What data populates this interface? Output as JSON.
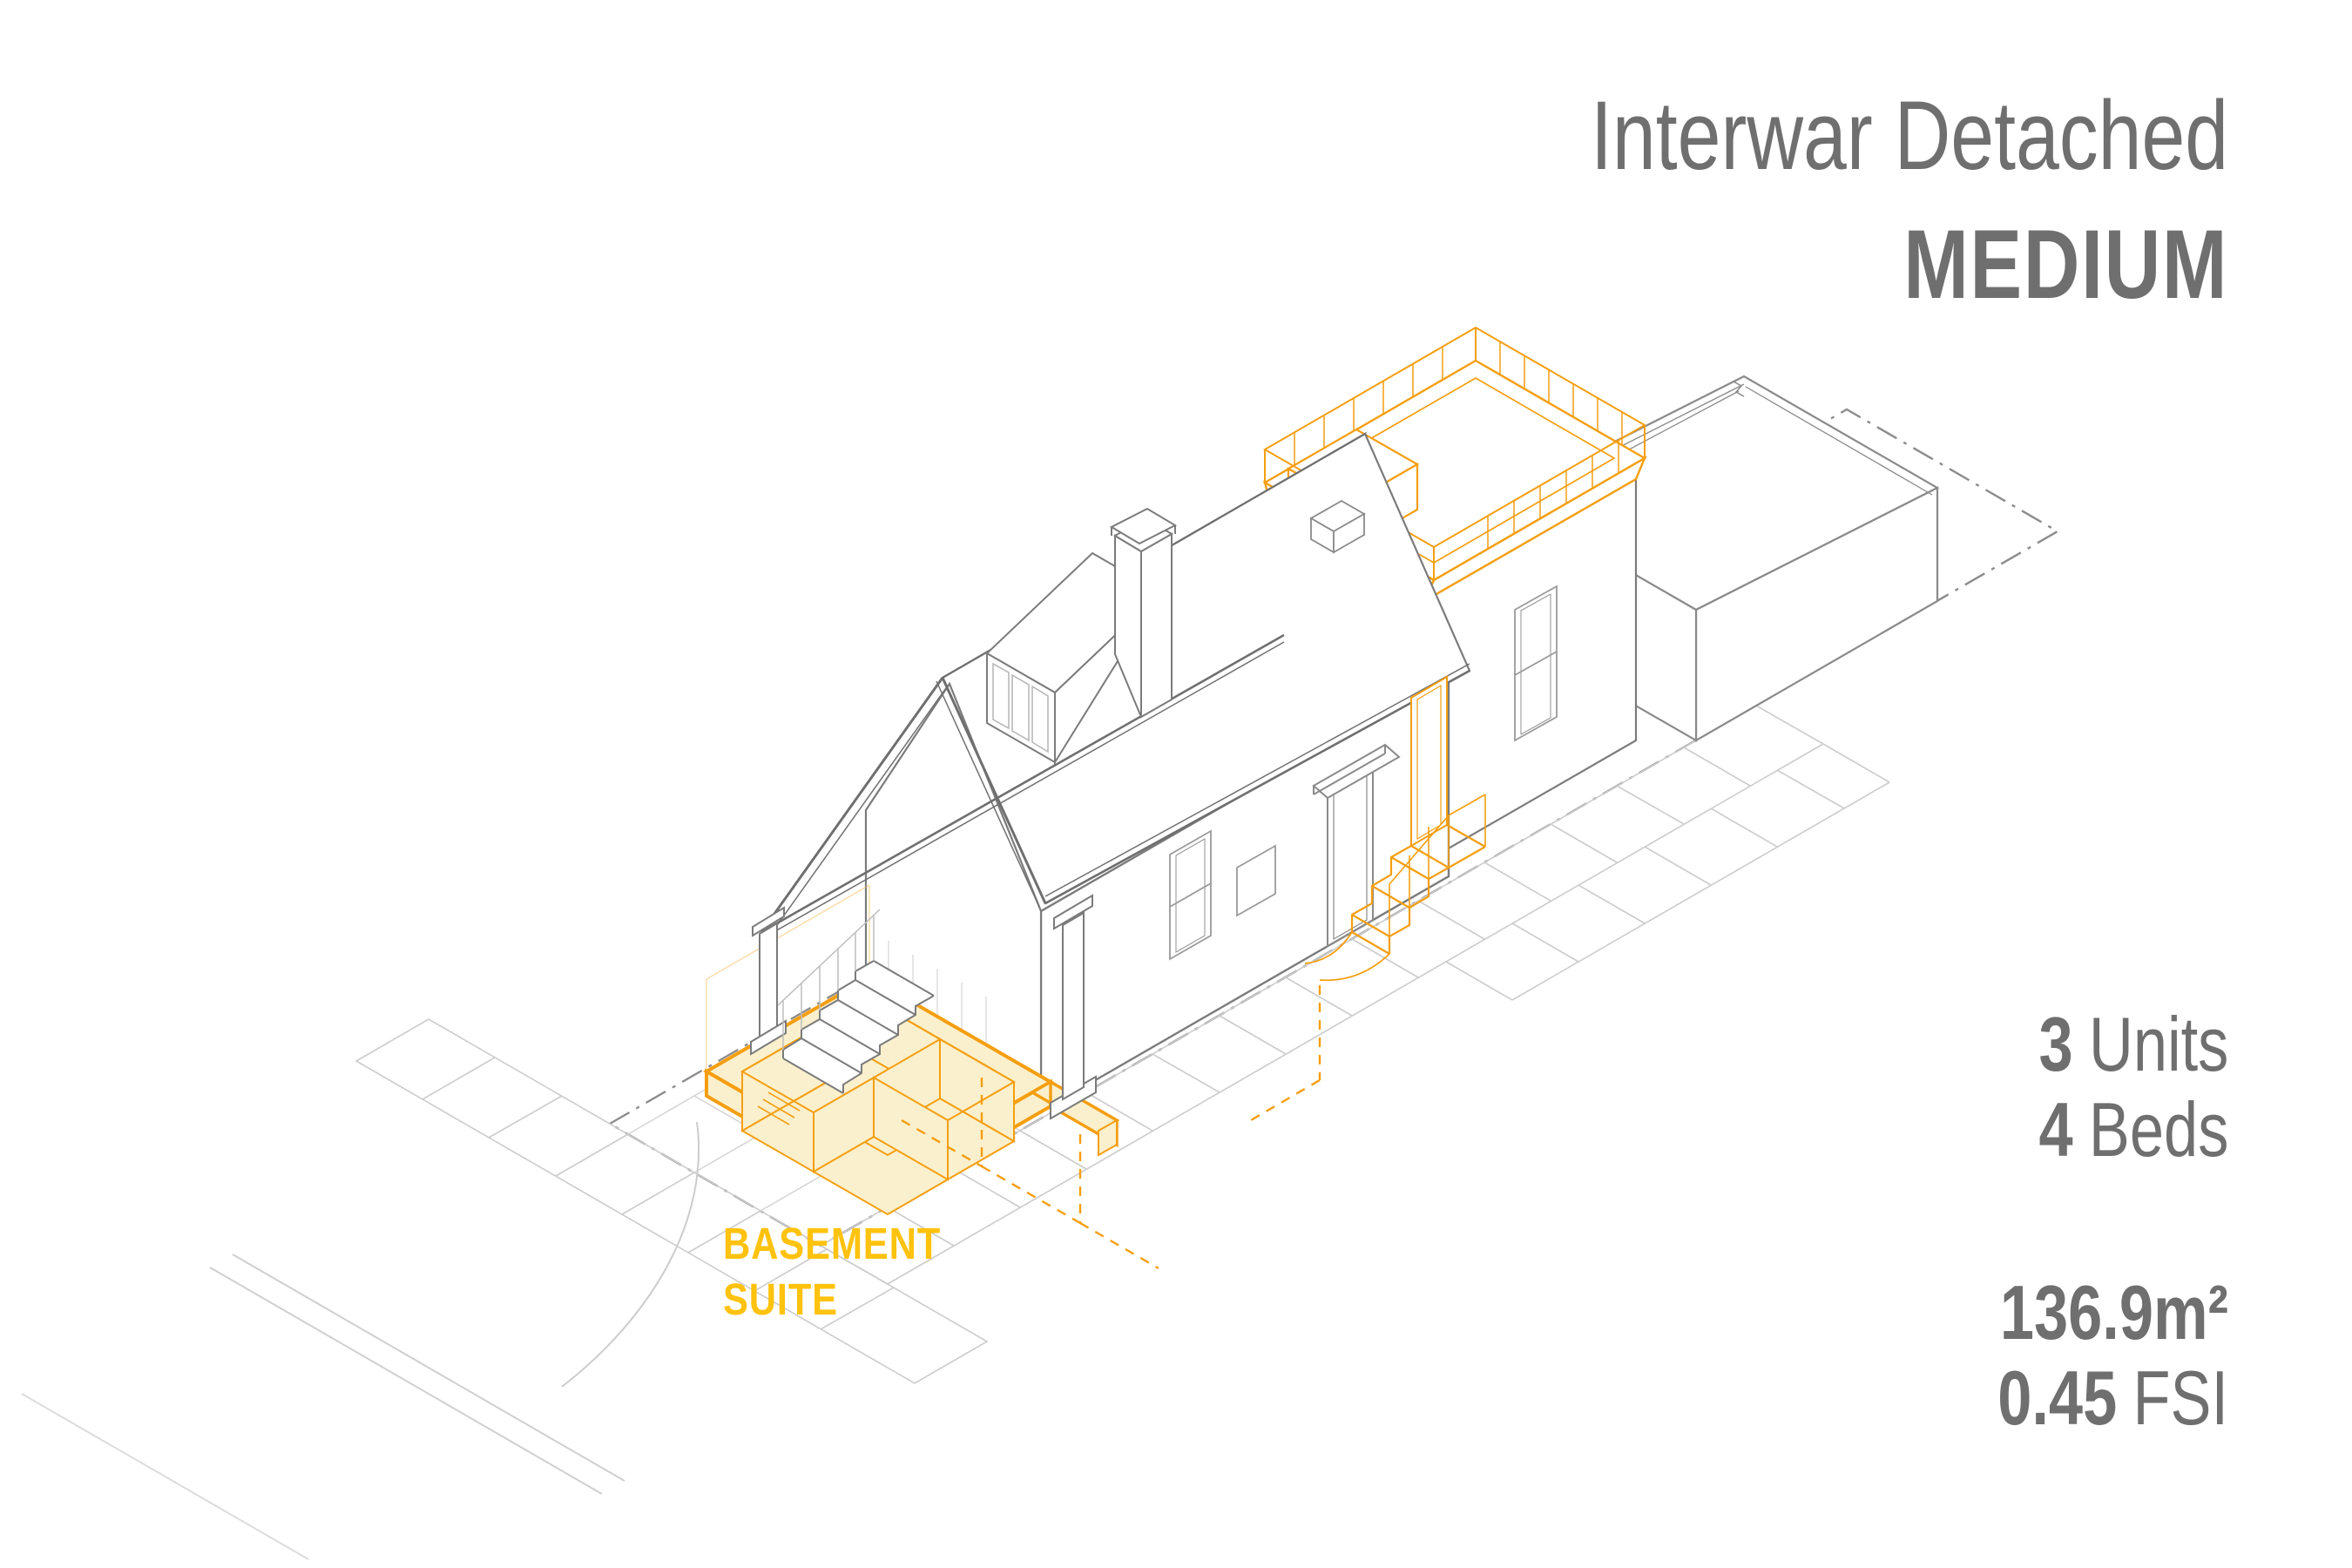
{
  "header": {
    "title": "Interwar Detached",
    "subtitle": "MEDIUM"
  },
  "stats": {
    "units_value": "3",
    "units_label": "Units",
    "beds_value": "4",
    "beds_label": "Beds",
    "area": "136.9m²",
    "fsi_value": "0.45",
    "fsi_label": "FSI"
  },
  "annotation": {
    "line1": "BASEMENT",
    "line2": "SUITE"
  },
  "colors": {
    "highlight_orange": "#F59E10",
    "label_yellow": "#FFC20E",
    "pale_yellow_fill": "#FBF0CD",
    "text_gray": "#6F6F6F",
    "line_gray": "#7B7B7B",
    "faint_gray": "#CCCCCC",
    "property_line_gray": "#8C8C8C"
  }
}
